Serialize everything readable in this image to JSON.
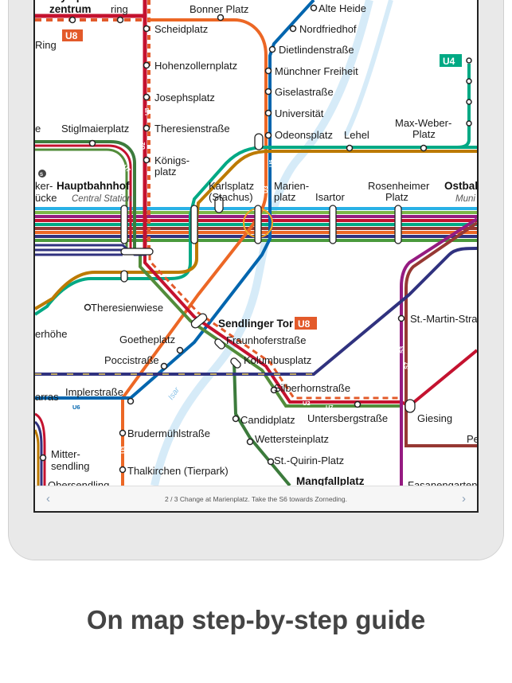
{
  "footer": {
    "caption": "2 / 3 Change at Marienplatz. Take the S6 towards Zorneding.",
    "prev_icon": "chevron-left-icon",
    "next_icon": "chevron-right-icon"
  },
  "headline": "On map step-by-step guide",
  "colors": {
    "u1": "#3c7b3c",
    "u2": "#c4122f",
    "u3": "#ec6725",
    "u4": "#00a984",
    "u5": "#bc7a00",
    "u6": "#0065ae",
    "u7": "#528c3a",
    "u8": "#e35a2a",
    "s_line": "#30327f",
    "s3": "#951b81",
    "s7": "#963833",
    "river": "#cfe8f7"
  },
  "map": {
    "stations": {
      "olympiazentrum": "Olympia-\nzentrum",
      "petuelring": "Petuel-\nring",
      "bonner_platz": "Bonner Platz",
      "alte_heide": "Alte Heide",
      "scheidplatz": "Scheidplatz",
      "nordfriedhof": "Nordfriedhof",
      "dietlindenstrasse": "Dietlindenstraße",
      "ring": "Ring",
      "hohenzollernplatz": "Hohenzollernplatz",
      "muenchner_freiheit": "Münchner Freiheit",
      "giselastrasse": "Giselastraße",
      "josephsplatz": "Josephsplatz",
      "universitaet": "Universität",
      "stiglmaierplatz": "Stiglmaierplatz",
      "theresienstrasse": "Theresienstraße",
      "odeonsplatz": "Odeonsplatz",
      "lehel": "Lehel",
      "max_weber_platz_1": "Max-Weber-",
      "max_weber_platz_2": "Platz",
      "koenigsplatz_1": "Königs-",
      "koenigsplatz_2": "platz",
      "hauptbahnhof": "Hauptbahnhof",
      "central_station": "Central Station",
      "karlsplatz_1": "Karlsplatz",
      "karlsplatz_2": "(Stachus)",
      "marienplatz_1": "Marien-",
      "marienplatz_2": "platz",
      "isartor": "Isartor",
      "rosenheimer_1": "Rosenheimer",
      "rosenheimer_2": "Platz",
      "ostbahnhof": "Ostbah",
      "ostbahnhof_sub": "Muni",
      "hackerbruecke_1": "ker-",
      "hackerbruecke_2": "ücke",
      "e_left": "e",
      "theresienwiese": "Theresienwiese",
      "schwanthalerhoehe": "erhöhe",
      "sendlinger_tor": "Sendlinger Tor",
      "goetheplatz": "Goetheplatz",
      "fraunhoferstrasse": "Fraunhoferstraße",
      "st_martin_strasse": "St.-Martin-Stra",
      "poccistrasse": "Poccistraße",
      "kolumbusplatz": "Kolumbusplatz",
      "harras": "arras",
      "implerstrasse": "Implerstraße",
      "silberhornstrasse": "Silberhornstraße",
      "candidplatz": "Candidplatz",
      "untersbergstrasse": "Untersbergstraße",
      "giesing": "Giesing",
      "bruderm": "Brudermühlstraße",
      "wettersteinplatz": "Wettersteinplatz",
      "pe": "Pe",
      "mittersendling_1": "Mitter-",
      "mittersendling_2": "sendling",
      "st_quirin_platz": "St.-Quirin-Platz",
      "thalkirchen": "Thalkirchen (Tierpark)",
      "mangfallplatz": "Mangfallplatz",
      "obersendling": "Obersendling",
      "fasanengarten": "Fasanengarten",
      "isar": "Isar"
    },
    "line_tags": {
      "u8_top": "U8",
      "u4_right": "U4",
      "u8_sendlinger": "U8"
    },
    "line_numbers": {
      "u1": "U1",
      "u2": "U2",
      "u3": "U3",
      "u4": "U4",
      "u5": "U5",
      "u6": "U6",
      "u7": "U7",
      "u8": "U8",
      "s3": "S3",
      "s7": "S7"
    },
    "db_icon": "db-logo-icon"
  }
}
